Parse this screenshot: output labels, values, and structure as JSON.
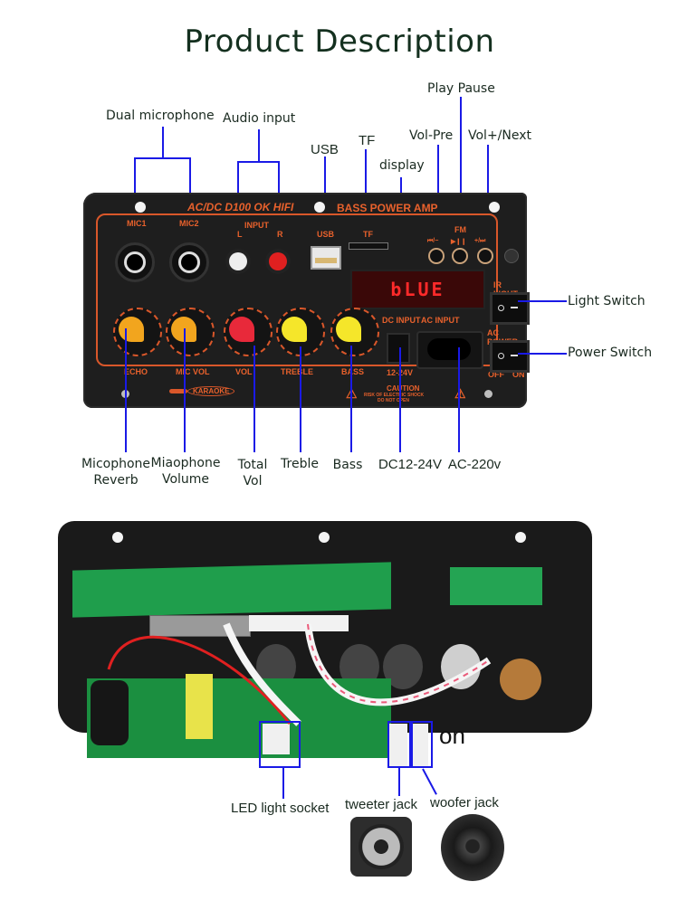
{
  "header": {
    "title": "Product Description"
  },
  "top_labels": {
    "dual_microphone": "Dual microphone",
    "audio_input": "Audio input",
    "usb": "USB",
    "tf": "TF",
    "display": "display",
    "vol_pre": "Vol-Pre",
    "play_pause": "Play Pause",
    "vol_next": "Vol+/Next"
  },
  "side_labels": {
    "light_switch": "Light Switch",
    "power_switch": "Power Switch"
  },
  "bottom_labels": {
    "mic_reverb": [
      "Micophone",
      "Reverb"
    ],
    "mic_volume": [
      "Miaophone",
      "Volume"
    ],
    "total_vol": [
      "Total",
      "Vol"
    ],
    "treble": "Treble",
    "bass": "Bass",
    "dc": "DC12-24V",
    "ac": "AC-220v"
  },
  "panel": {
    "model": "AC/DC D100 OK HIFI",
    "brand": "BASS  POWER AMP",
    "mic1": "MIC1",
    "mic2": "MIC2",
    "input": "INPUT",
    "l": "L",
    "r": "R",
    "usb": "USB",
    "tf": "TF",
    "fm": "FM",
    "btn_prev": "⏮/−",
    "btn_play": "▶❙❙",
    "btn_next": "+/⏭",
    "display_text": "bLUE",
    "ir_light": "IR LIGHT",
    "ac_power": "AC POWER",
    "off": "OFF",
    "on": "ON",
    "dc_input": "DC INPUT",
    "dc_volt": "12-24V",
    "ac_input": "AC INPUT",
    "knobs": [
      "ECHO",
      "MIC VOL",
      "VOL",
      "TREBLE",
      "BASS"
    ],
    "minus": "−",
    "plus": "+",
    "karaoke": "KARAOKE",
    "caution": "CAUTION",
    "caution_1": "RISK OF ELECTRIC SHOCK",
    "caution_2": "DO NOT OPEN"
  },
  "knob_colors": [
    "#f2a51e",
    "#f2a51e",
    "#e8293a",
    "#f5e62a",
    "#f5e62a"
  ],
  "board_labels": {
    "led_socket": "LED light socket",
    "tweeter": "tweeter jack",
    "woofer": "woofer jack",
    "stray_text": "on"
  }
}
